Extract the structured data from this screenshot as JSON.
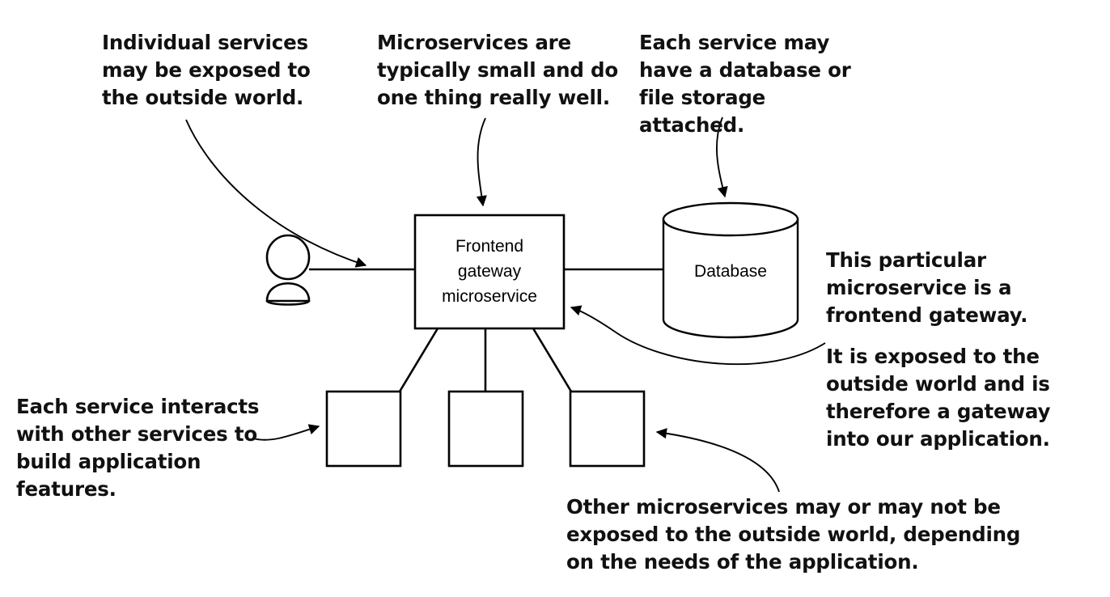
{
  "diagram": {
    "title": "Microservices frontend gateway diagram",
    "stroke_color": "#000000",
    "text_color": "#111111",
    "background": "#ffffff",
    "nodes": [
      {
        "id": "actor",
        "type": "actor-icon",
        "label": ""
      },
      {
        "id": "frontend",
        "type": "box",
        "label": "Frontend\ngateway\nmicroservice"
      },
      {
        "id": "database",
        "type": "cylinder",
        "label": "Database"
      },
      {
        "id": "service-1",
        "type": "box",
        "label": ""
      },
      {
        "id": "service-2",
        "type": "box",
        "label": ""
      },
      {
        "id": "service-3",
        "type": "box",
        "label": ""
      }
    ],
    "annotations": {
      "services_exposed": "Individual services\nmay be exposed to\nthe outside world.",
      "small_one_thing": "Microservices are\ntypically small and do\none thing really well.",
      "database_storage": "Each service may\nhave a database or\nfile storage attached.",
      "frontend_gateway": "This particular\nmicroservice is a\nfrontend gateway.",
      "exposed_outside": "It is exposed to the\noutside world and is\ntherefore a gateway\ninto our application.",
      "service_interacts": "Each service interacts\nwith other services to\nbuild application features.",
      "other_exposed": "Other microservices may or may not be\nexposed to the outside world, depending\non the needs of the application."
    }
  }
}
